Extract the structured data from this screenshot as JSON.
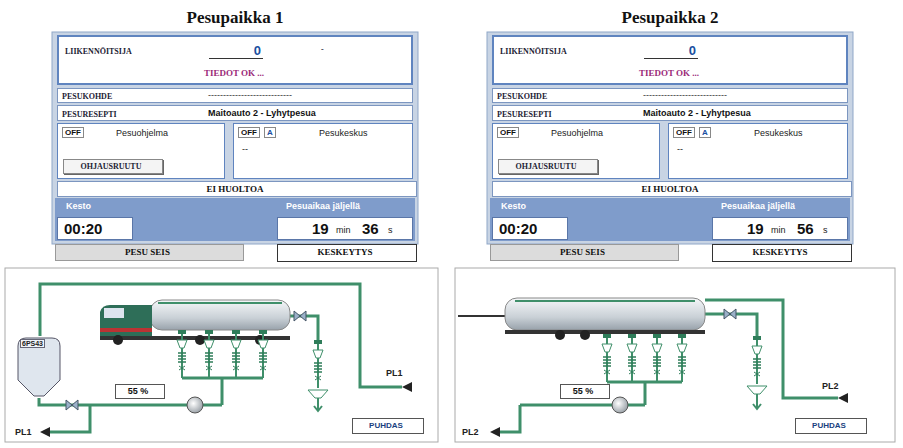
{
  "diagram": {
    "nodes": [
      {
        "text": [
          "Pesupaikka 1"
        ]
      },
      {
        "text": [
          "LIIKENNÖITSIJA",
          "0",
          "-",
          "TIEDOT OK ..."
        ],
        "in": 0
      },
      {
        "text": [
          "PESUKOHDE",
          "----------------------------"
        ],
        "in": 0
      },
      {
        "text": [
          "PESURESEPTI",
          "Maitoauto 2 - Lyhytpesua"
        ],
        "in": 0
      },
      {
        "text": [
          "OFF",
          "Pesuohjelma"
        ],
        "in": 0
      },
      {
        "text": [
          "OHJAUSRUUTU"
        ],
        "in": 4
      },
      {
        "text": [
          "OFF",
          "A",
          "Pesukeskus",
          "--"
        ],
        "in": 0
      },
      {
        "text": [
          "EI HUOLTOA"
        ],
        "in": 0
      },
      {
        "text": [
          "Kesto",
          "00:20"
        ],
        "in": 0
      },
      {
        "text": [
          "Pesuaikaa jäljellä",
          "19",
          "min",
          "36",
          "s"
        ],
        "in": 0
      },
      {
        "text": [
          "PESU SEIS"
        ],
        "in": 0
      },
      {
        "text": [
          "KESKEYTYS"
        ],
        "in": 0
      },
      {
        "text": [
          "6PS43"
        ]
      },
      {
        "text": [
          "55 %"
        ]
      },
      {
        "text": [
          "PUHDAS"
        ]
      },
      {
        "text": [
          "Pesupaikka 2"
        ]
      },
      {
        "text": [
          "LIIKENNÖITSIJA",
          "0",
          "TIEDOT OK ..."
        ],
        "in": 15
      },
      {
        "text": [
          "PESUKOHDE",
          "----------------------------"
        ],
        "in": 15
      },
      {
        "text": [
          "PESURESEPTI",
          "Maitoauto 2 - Lyhytpesua"
        ],
        "in": 15
      },
      {
        "text": [
          "OFF",
          "Pesuohjelma"
        ],
        "in": 15
      },
      {
        "text": [
          "OHJAUSRUUTU"
        ],
        "in": 19
      },
      {
        "text": [
          "OFF",
          "A",
          "Pesukeskus",
          "--"
        ],
        "in": 15
      },
      {
        "text": [
          "EI HUOLTOA"
        ],
        "in": 15
      },
      {
        "text": [
          "Kesto",
          "00:20"
        ],
        "in": 15
      },
      {
        "text": [
          "Pesuaikaa jäljellä",
          "19",
          "min",
          "56",
          "s"
        ],
        "in": 15
      },
      {
        "text": [
          "PESU SEIS"
        ],
        "in": 15
      },
      {
        "text": [
          "KESKEYTYS"
        ],
        "in": 15
      },
      {
        "text": [
          "55 %"
        ]
      },
      {
        "text": [
          "PUHDAS"
        ]
      }
    ],
    "labels": [
      "PL1",
      "PL1",
      "PL2",
      "PL2"
    ]
  }
}
